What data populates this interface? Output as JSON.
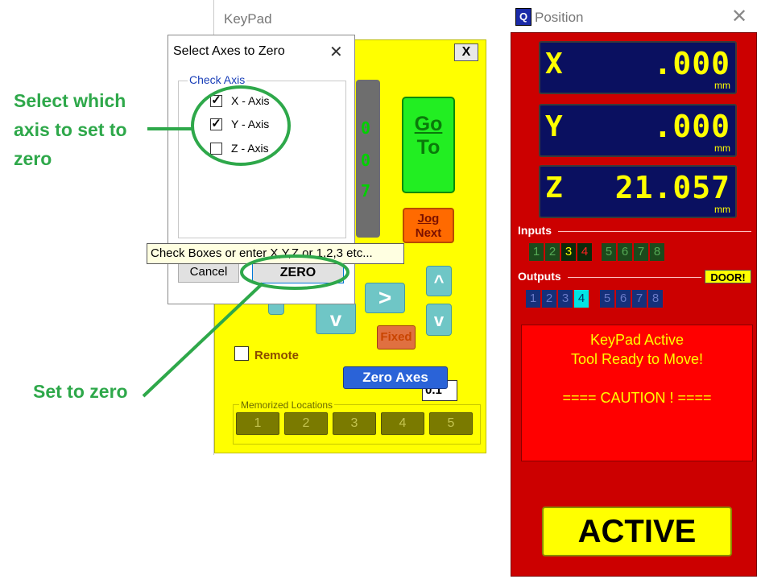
{
  "annotations": {
    "select_axis": [
      "Select which",
      "axis to set to",
      "zero"
    ],
    "set_zero": "Set to zero",
    "color": "#2ea84a"
  },
  "keypad": {
    "title": "KeyPad",
    "close_label": "X",
    "goto_label": [
      "Go",
      "To"
    ],
    "jog_next_label": [
      "Jog",
      "Next"
    ],
    "arrows": {
      "right": ">",
      "up": "^",
      "down": "v",
      "down_center": "v"
    },
    "fixed_label": "Fixed",
    "step_value": "0.1",
    "remote_label": "Remote",
    "zero_axes_label": "Zero Axes",
    "memorized_title": "Memorized Locations",
    "memorized_buttons": [
      "1",
      "2",
      "3",
      "4",
      "5"
    ],
    "partial_digits": [
      "0",
      "0",
      "7"
    ]
  },
  "select_dialog": {
    "title": "Select Axes to Zero",
    "close_icon": "close-icon",
    "group_label": "Check Axis",
    "axes": [
      {
        "label": "X - Axis",
        "checked": true
      },
      {
        "label": "Y - Axis",
        "checked": true
      },
      {
        "label": "Z - Axis",
        "checked": false
      }
    ],
    "cancel_label": "Cancel",
    "zero_label": "ZERO",
    "tooltip": "Check Boxes or enter X,Y,Z or 1,2,3 etc..."
  },
  "position": {
    "title": "Position",
    "dro": [
      {
        "axis": "X",
        "value": ".000",
        "unit": "mm"
      },
      {
        "axis": "Y",
        "value": ".000",
        "unit": "mm"
      },
      {
        "axis": "Z",
        "value": "21.057",
        "unit": "mm"
      }
    ],
    "inputs_label": "Inputs",
    "inputs_leds": [
      "1",
      "2",
      "3",
      "4",
      "5",
      "6",
      "7",
      "8"
    ],
    "outputs_label": "Outputs",
    "outputs_leds": [
      "1",
      "2",
      "3",
      "4",
      "5",
      "6",
      "7",
      "8"
    ],
    "door_label": "DOOR!",
    "status_lines": [
      "KeyPad Active",
      "Tool Ready to Move!",
      "",
      "==== CAUTION ! ===="
    ],
    "active_label": "ACTIVE"
  }
}
